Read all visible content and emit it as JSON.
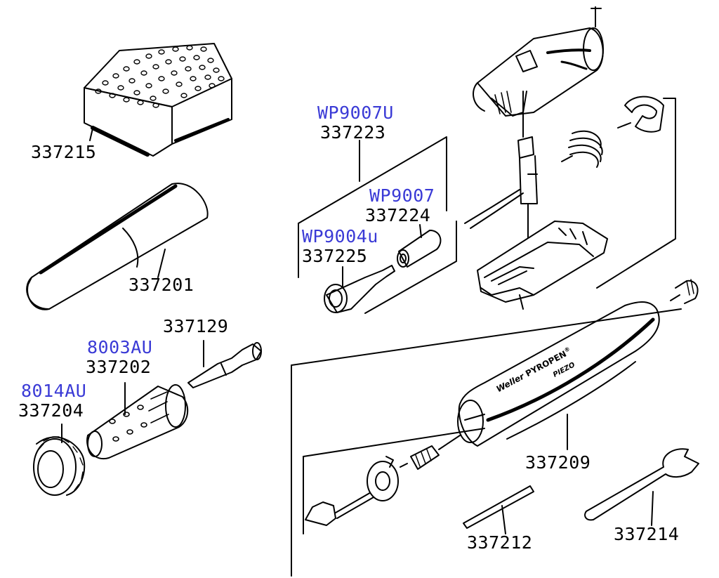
{
  "parts": {
    "p337215": "337215",
    "p337201": "337201",
    "p337129": "337129",
    "p8003AU": "8003AU",
    "p337202": "337202",
    "p8014AU": "8014AU",
    "p337204": "337204",
    "pWP9007U": "WP9007U",
    "p337223": "337223",
    "pWP9007": "WP9007",
    "p337224": "337224",
    "pWP9004u": "WP9004u",
    "p337225": "337225",
    "p337209": "337209",
    "p337212": "337212",
    "p337214": "337214"
  },
  "branding": {
    "weller": "Weller",
    "pyropen": "PYROPEN",
    "piezo": "PIEZO",
    "registered": "®"
  },
  "colors": {
    "line": "#000000",
    "alt_part_number": "#3a3ad6",
    "background": "#ffffff"
  }
}
